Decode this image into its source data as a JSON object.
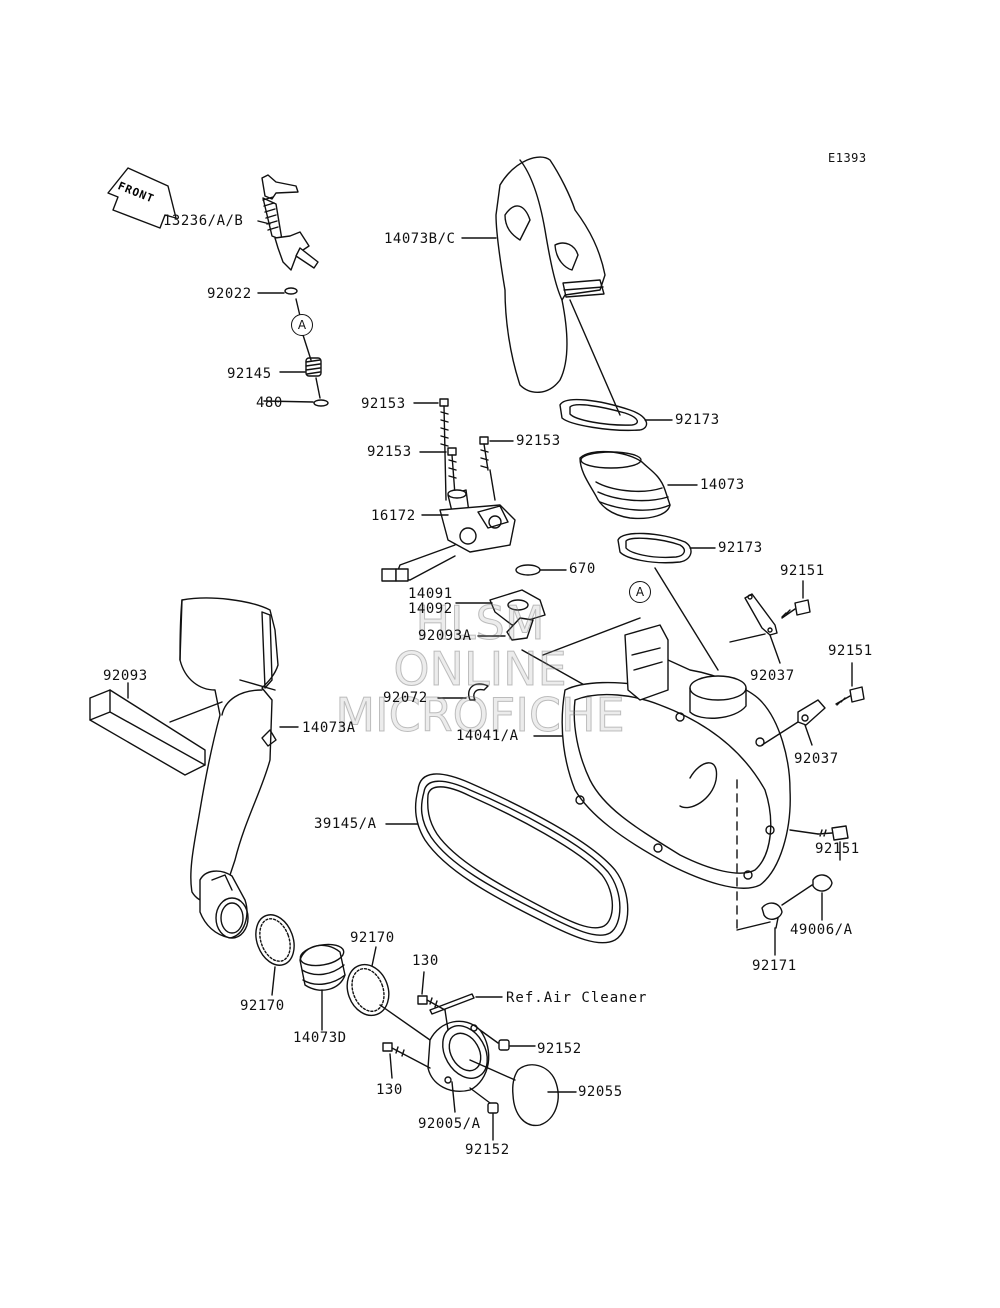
{
  "diagram_code": "E1393",
  "front_arrow_label": "FRONT",
  "watermark": [
    "HLSM",
    "ONLINE",
    "MICROFICHE"
  ],
  "circle_markers": [
    "A",
    "A"
  ],
  "reference_note": "Ref.Air Cleaner",
  "part_labels": [
    "13236/A/B",
    "92022",
    "92145",
    "480",
    "14073B/C",
    "92173",
    "92153",
    "92153",
    "92153",
    "14073",
    "16172",
    "92173",
    "670",
    "14091",
    "14092",
    "92151",
    "92093A",
    "92037",
    "92093",
    "92072",
    "92151",
    "14073A",
    "14041/A",
    "92037",
    "39145/A",
    "92151",
    "49006/A",
    "92171",
    "92170",
    "130",
    "92170",
    "14073D",
    "92152",
    "130",
    "92055",
    "92005/A",
    "92152"
  ],
  "colors": {
    "line": "#111111",
    "background": "#ffffff",
    "watermark": "#9a9a9a"
  }
}
